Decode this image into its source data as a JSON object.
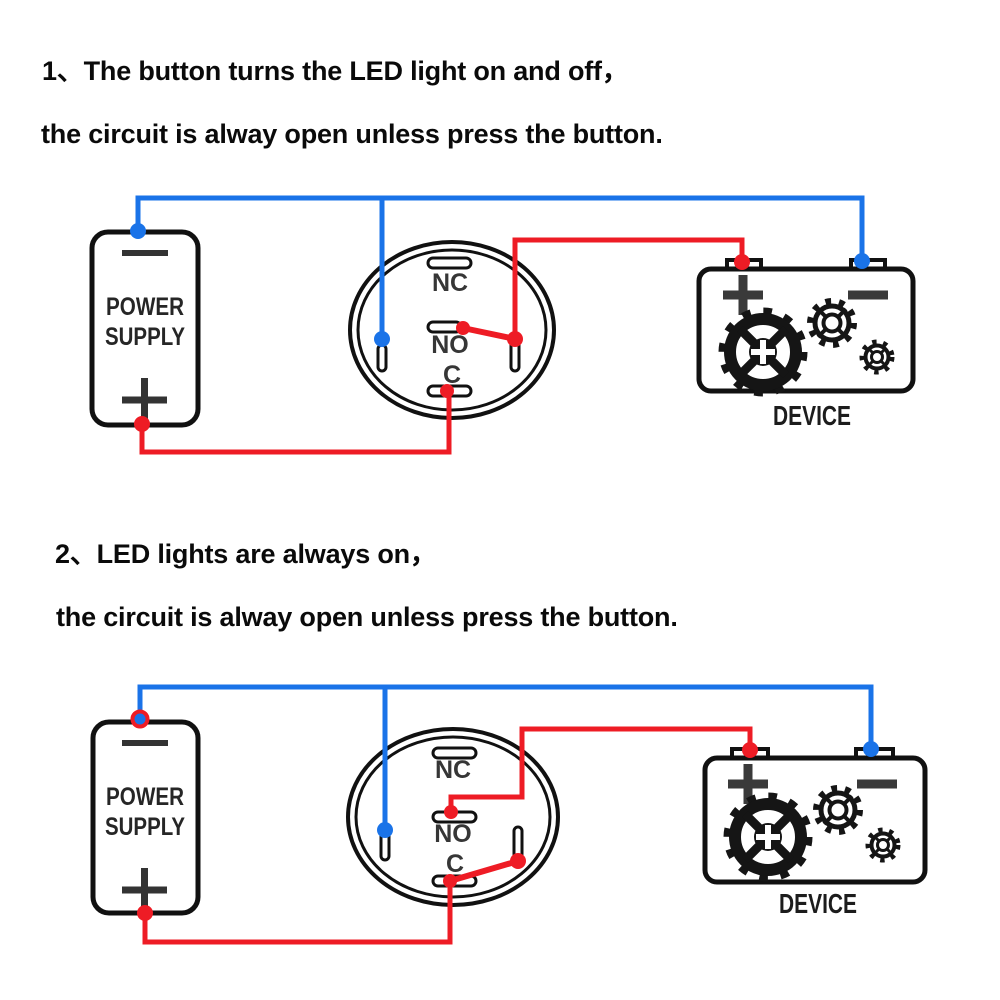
{
  "colors": {
    "wire_red": "#ee1c25",
    "wire_blue": "#1a73e8",
    "outline_black": "#111111",
    "symbol_gray": "#3a3a3a"
  },
  "section1": {
    "line1": "1、The button turns the LED light on and off，",
    "line2": "the circuit is alway open unless press the button.",
    "power": {
      "line1": "POWER",
      "line2": "SUPPLY",
      "minus_symbol": "−",
      "plus_symbol": "+"
    },
    "button": {
      "nc": "NC",
      "no": "NO",
      "c": "C"
    },
    "device": {
      "label": "DEVICE",
      "plus_symbol": "+",
      "minus_symbol": "−"
    }
  },
  "section2": {
    "line1": "2、LED lights are always on，",
    "line2": "the circuit is alway open unless press the button.",
    "power": {
      "line1": "POWER",
      "line2": "SUPPLY",
      "minus_symbol": "−",
      "plus_symbol": "+"
    },
    "button": {
      "nc": "NC",
      "no": "NO",
      "c": "C"
    },
    "device": {
      "label": "DEVICE",
      "plus_symbol": "+",
      "minus_symbol": "−"
    }
  }
}
